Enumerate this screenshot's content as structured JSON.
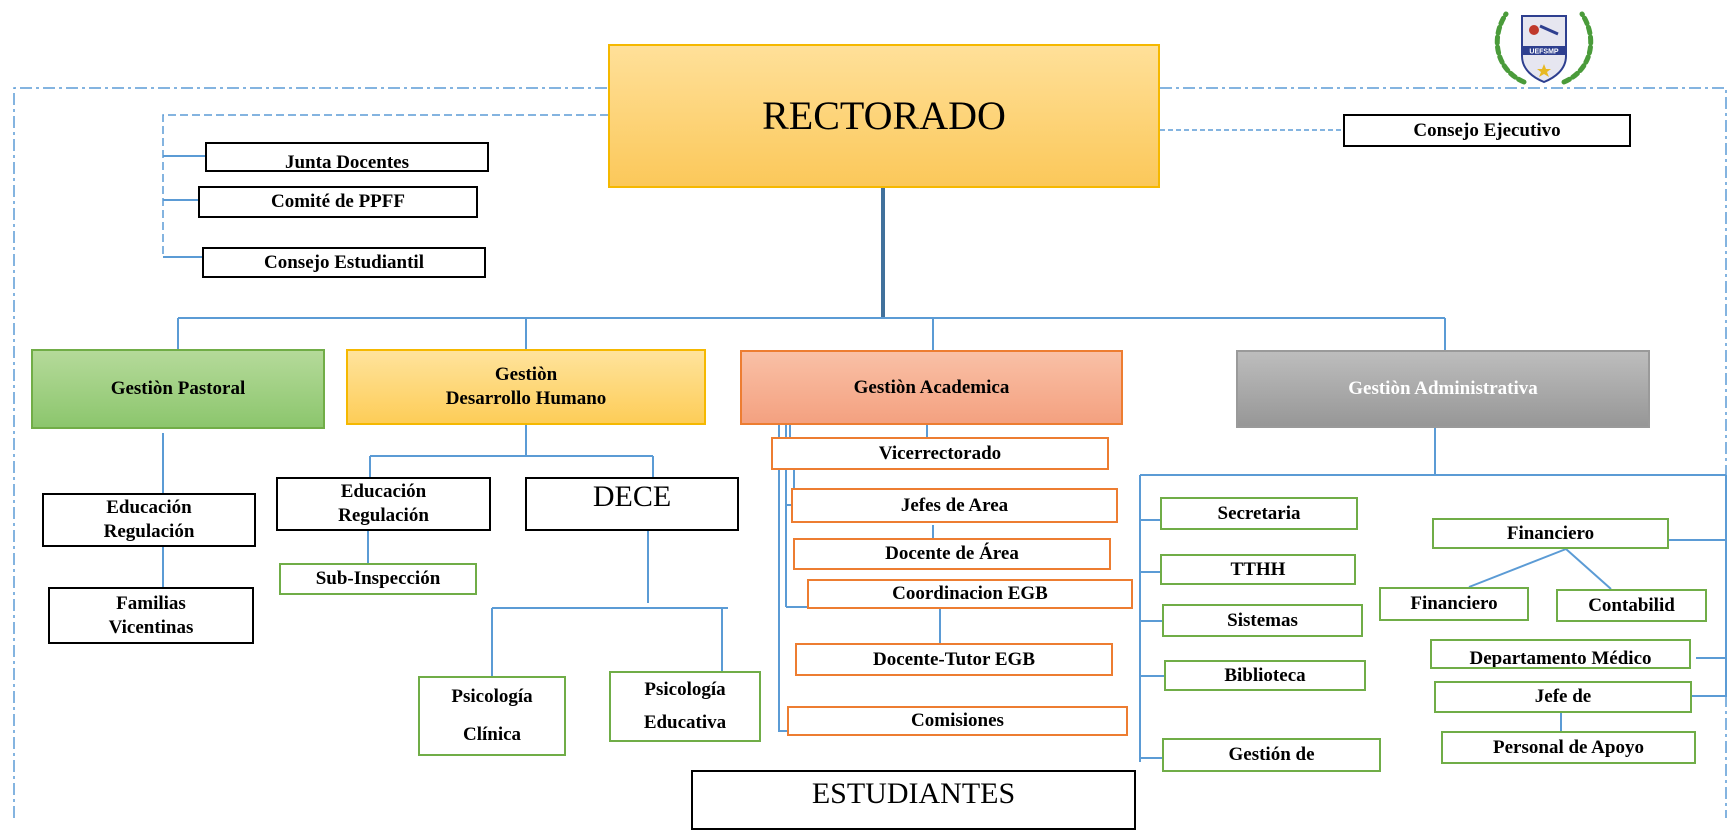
{
  "top": {
    "rectorado": "RECTORADO",
    "consejo_ejecutivo": "Consejo Ejecutivo"
  },
  "advisory": {
    "junta": "Junta Docentes",
    "comite": "Comité de PPFF",
    "consejo_estudiantil": "Consejo Estudiantil"
  },
  "areas": {
    "pastoral": "Gestiòn Pastoral",
    "desarrollo_1": "Gestiòn",
    "desarrollo_2": "Desarrollo Humano",
    "academica": "Gestiòn Academica",
    "administrativa": "Gestiòn Administrativa"
  },
  "pastoral_units": {
    "educacion_1": "Educación",
    "educacion_2": "Regulación",
    "familias_1": "Familias",
    "familias_2": "Vicentinas"
  },
  "desarrollo_units": {
    "educacion_1": "Educación",
    "educacion_2": "Regulación",
    "sub_inspeccion": "Sub-Inspección",
    "dece": "DECE",
    "psico_clinica_1": "Psicología",
    "psico_clinica_2": "Clínica",
    "psico_educativa_1": "Psicología",
    "psico_educativa_2": "Educativa"
  },
  "academica_units": {
    "vicerrectorado": "Vicerrectorado",
    "jefes_area": "Jefes de Area",
    "docente_area": "Docente de Área",
    "coordinacion": "Coordinacion EGB",
    "docente_tutor": "Docente-Tutor EGB",
    "comisiones": "Comisiones"
  },
  "administrativa_units": {
    "secretaria": "Secretaria",
    "tthh": "TTHH",
    "sistemas": "Sistemas",
    "biblioteca": "Biblioteca",
    "gestion_de": "Gestión de",
    "financiero": "Financiero",
    "financiero_sub": "Financiero",
    "contabilid": "Contabilid",
    "depto_medico": "Departamento Médico",
    "jefe_de": "Jefe de",
    "personal_apoyo": "Personal de Apoyo"
  },
  "bottom": {
    "estudiantes": "ESTUDIANTES"
  },
  "logo": {
    "text": "UEFSMP"
  },
  "colors": {
    "line": "#5b9bd5",
    "pastoral": "#8cc66d",
    "desarrollo": "#fdcd58",
    "academica": "#f4a180",
    "administrativa": "#979797",
    "rectorado": "#fbc85a",
    "green_border": "#70ad47",
    "orange_border": "#ed7d31"
  }
}
